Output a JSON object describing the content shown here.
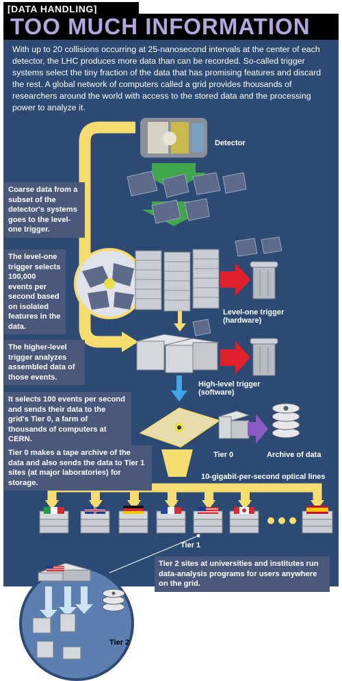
{
  "header": {
    "kicker": "[DATA HANDLING]",
    "title": "TOO MUCH INFORMATION"
  },
  "intro": "With up to 20 collisions occurring at 25-nanosecond intervals at the center of each detector, the LHC produces more data than can be recorded. So-called trigger systems select the tiny fraction of the data that has promising features and discard the rest. A global network of computers called a grid provides thousands of researchers around the world with access to the stored data and the processing power to analyze it.",
  "callouts": {
    "coarse": "Coarse data from a subset of the detector's systems goes to the level-one trigger.",
    "level_one": "The level-one trigger selects 100,000 events per second based on isolated features in the data.",
    "higher_level": "The higher-level trigger analyzes assembled data of those events.",
    "tier0_select": "It selects 100 events per second and sends their data to the grid's Tier 0, a farm of thousands of computers at CERN.",
    "tape_archive": "Tier 0 makes a tape archive of the data and also sends the data to Tier 1 sites (at major laboratories) for storage.",
    "tier2_sites": "Tier 2 sites at universities and institutes run data-analysis programs for users anywhere on the grid."
  },
  "labels": {
    "detector": "Detector",
    "level_one_trigger": [
      "Level-one trigger",
      "(hardware)"
    ],
    "high_level_trigger": [
      "High-level trigger",
      "(software)"
    ],
    "tier0": "Tier 0",
    "archive": "Archive of data",
    "optical_lines": "10-gigabit-per-second optical lines",
    "tier1": "Tier 1",
    "tier2": "Tier 2"
  },
  "tier1_flags": [
    "italy",
    "uk",
    "germany",
    "france",
    "usa",
    "canada",
    "ellipsis",
    "spain"
  ],
  "colors": {
    "panel": "#2c4a74",
    "callout": "#4a587c",
    "title_text": "#b6a6dd",
    "flow_arrow": "#f4dc6e",
    "discard_arrow": "#e0202a",
    "archive_arrow": "#8a5cc0",
    "selected_arrow": "#3fa6e8",
    "trigger_arrow": "#3fa64a"
  }
}
